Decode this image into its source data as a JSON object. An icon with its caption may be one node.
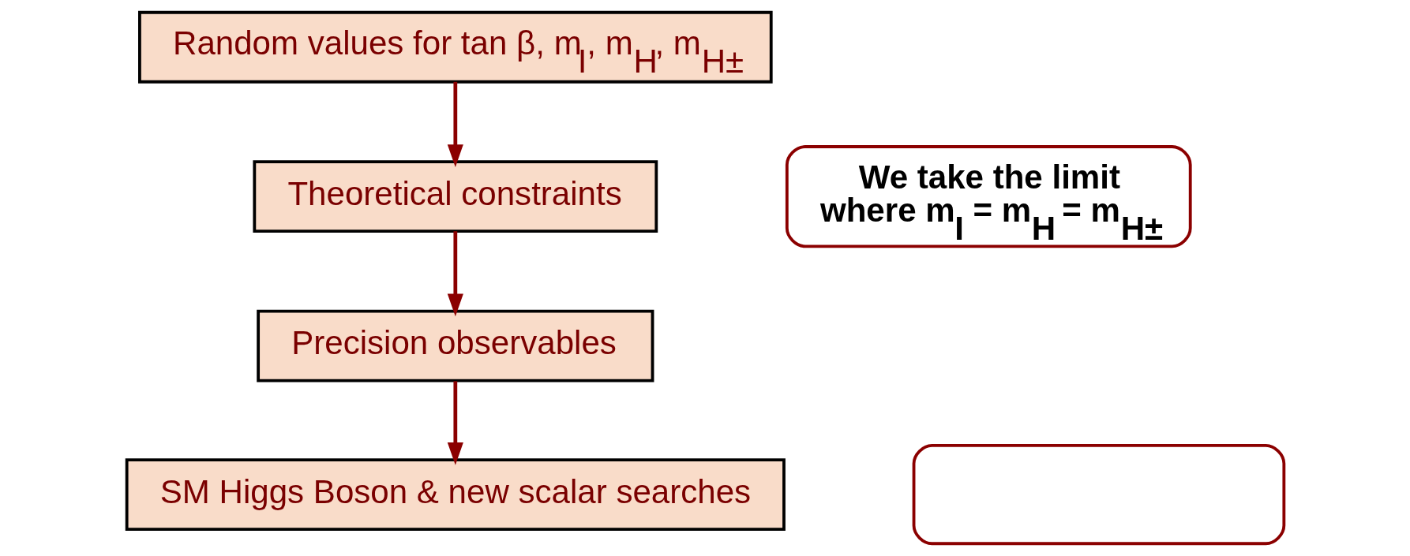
{
  "diagram": {
    "nodes": [
      {
        "text": [
          "Random values for tan β, m$_{I}$, m$_{H}$, m$_{H±}$"
        ]
      },
      {
        "text": [
          "Theoretical constraints"
        ]
      },
      {
        "text": [
          "Precision observables"
        ]
      },
      {
        "text": [
          "SM Higgs Boson & new scalar searches"
        ]
      },
      {
        "text": [
          "We take the limit where m$_{I}$ = m$_{H}$ = m$_{H±}$"
        ]
      },
      {
        "text": [],
        "shape": "box"
      }
    ],
    "edges": [
      {
        "from": 0,
        "to": 1,
        "arrow": "to"
      },
      {
        "from": 1,
        "to": 2,
        "arrow": "to"
      },
      {
        "from": 2,
        "to": 3,
        "arrow": "to"
      }
    ]
  }
}
